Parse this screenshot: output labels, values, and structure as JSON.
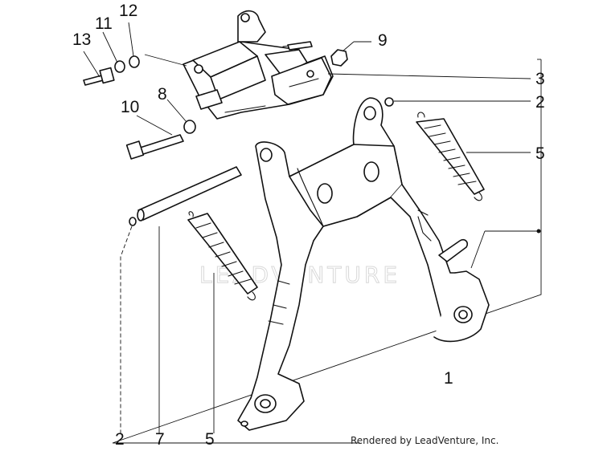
{
  "diagram": {
    "callouts": {
      "c1": "1",
      "c2a": "2",
      "c2b": "2",
      "c3": "3",
      "c5a": "5",
      "c5b": "5",
      "c7": "7",
      "c8": "8",
      "c9": "9",
      "c10": "10",
      "c11": "11",
      "c12": "12",
      "c13": "13"
    },
    "watermark": "LEADVENTURE",
    "credit": "Rendered by LeadVenture, Inc."
  }
}
